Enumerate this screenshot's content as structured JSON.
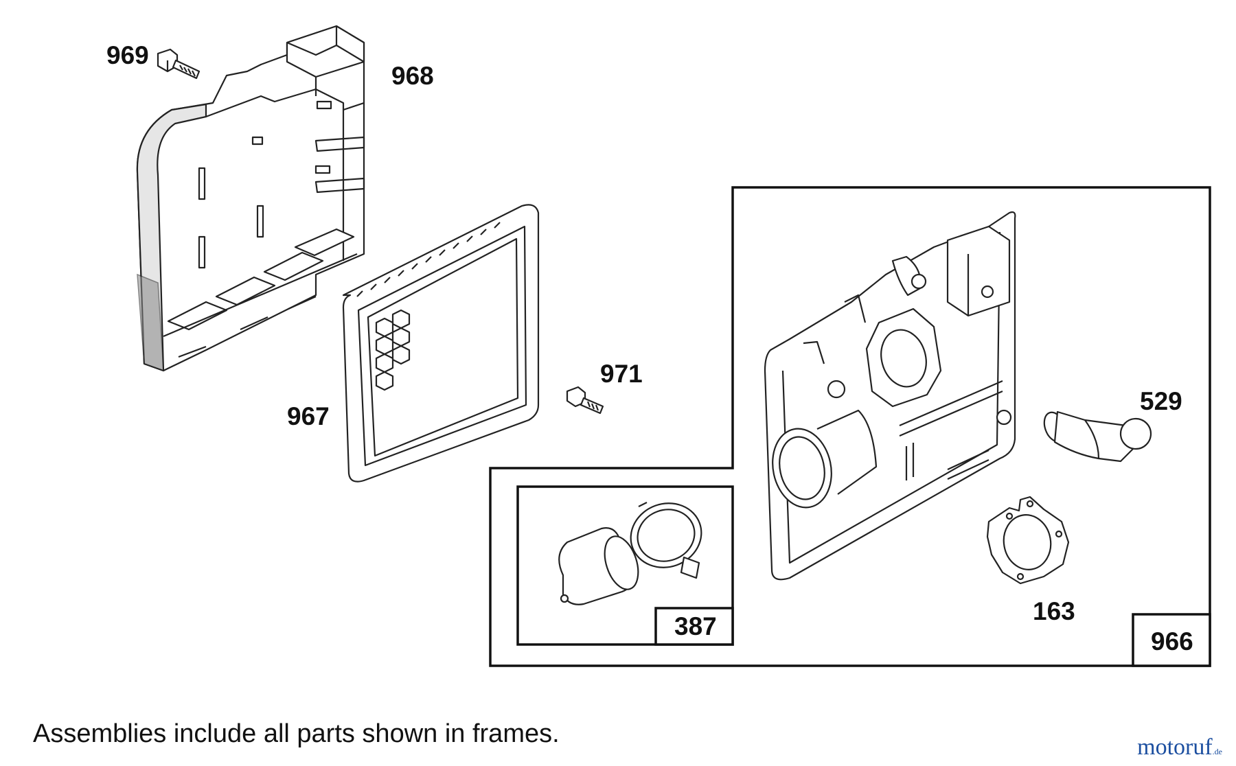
{
  "diagram": {
    "parts": [
      {
        "id": "p969",
        "label": "969",
        "name": "screw"
      },
      {
        "id": "p968",
        "label": "968",
        "name": "cover"
      },
      {
        "id": "p967",
        "label": "967",
        "name": "filter"
      },
      {
        "id": "p971",
        "label": "971",
        "name": "screw"
      },
      {
        "id": "p529",
        "label": "529",
        "name": "tube"
      },
      {
        "id": "p163",
        "label": "163",
        "name": "gasket"
      },
      {
        "id": "p387",
        "label": "387",
        "name": "assembly"
      },
      {
        "id": "p966",
        "label": "966",
        "name": "assembly"
      }
    ],
    "labels": {
      "p969": "969",
      "p968": "968",
      "p967": "967",
      "p971": "971",
      "p529": "529",
      "p163": "163",
      "p387": "387",
      "p966": "966"
    },
    "footnote": "Assemblies include all parts shown in frames.",
    "watermark": {
      "main": "motoruf",
      "suffix": ".de"
    },
    "colors": {
      "line": "#222222",
      "watermark": "#1c4fa0"
    }
  }
}
